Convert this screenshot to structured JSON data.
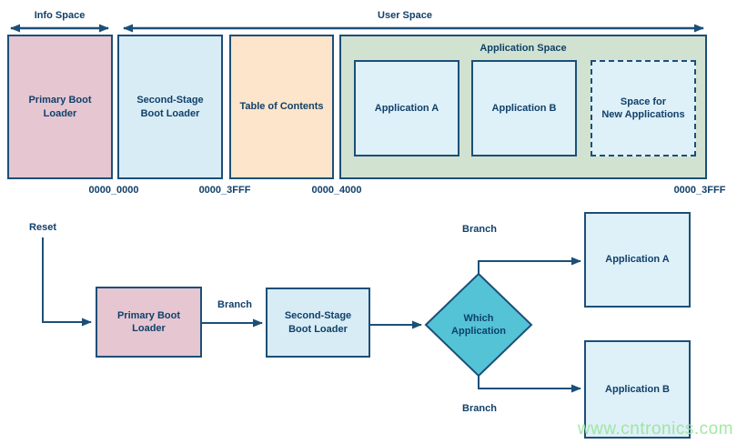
{
  "palette": {
    "navy_text": "#10406a",
    "outline": "#1c4f78",
    "pink": "#e5c6d1",
    "light_blue": "#d8ecf5",
    "pale_blue": "#def0f8",
    "peach": "#fce5ca",
    "green": "#d1e2d1",
    "teal": "#54c3d6",
    "watermark_green": "#98e698"
  },
  "memory_map": {
    "info_space_label": "Info Space",
    "user_space_label": "User Space",
    "blocks": [
      {
        "label": "Primary Boot\nLoader"
      },
      {
        "label": "Second-Stage\nBoot Loader"
      },
      {
        "label": "Table of Contents"
      }
    ],
    "application_space": {
      "label": "Application Space",
      "blocks": [
        {
          "label": "Application A"
        },
        {
          "label": "Application B"
        },
        {
          "label": "Space for\nNew Applications"
        }
      ]
    },
    "addresses": [
      "0000_0000",
      "0000_3FFF",
      "0000_4000",
      "0000_3FFF"
    ]
  },
  "flowchart": {
    "reset_label": "Reset",
    "nodes": {
      "primary": "Primary Boot\nLoader",
      "second_stage": "Second-Stage\nBoot Loader",
      "decision": "Which\nApplication",
      "app_a": "Application A",
      "app_b": "Application B"
    },
    "branch_labels": [
      "Branch",
      "Branch",
      "Branch"
    ]
  },
  "watermark": {
    "text": "www.cntronics.com"
  }
}
